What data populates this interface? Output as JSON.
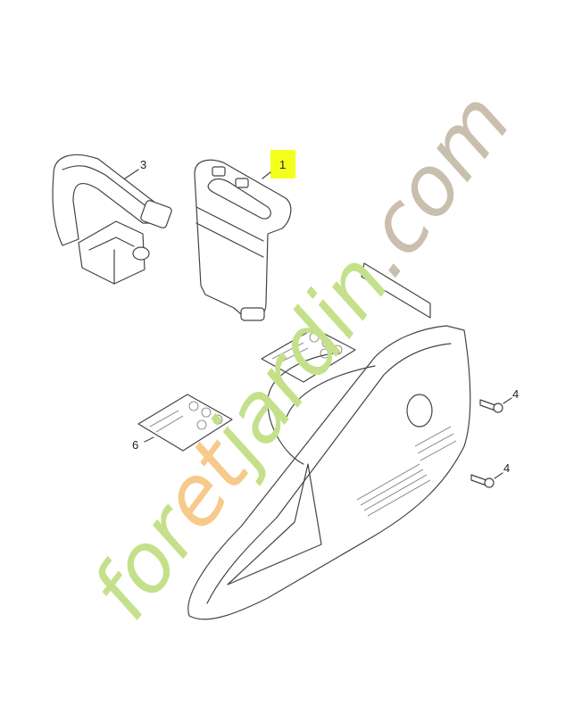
{
  "diagram": {
    "callouts": [
      {
        "id": "handguard",
        "label": "1",
        "highlighted": true
      },
      {
        "id": "handle",
        "label": "3"
      },
      {
        "id": "screw-upper",
        "label": "4"
      },
      {
        "id": "screw-lower",
        "label": "4"
      },
      {
        "id": "label-set",
        "label": "6"
      }
    ],
    "highlight_color": "#f4ff1c"
  },
  "watermark": {
    "parts": [
      "for",
      "et",
      "jardin",
      ".com"
    ],
    "colors": [
      "#c5e08a",
      "#f7c98a",
      "#c5e08a",
      "#c9bfae"
    ]
  }
}
